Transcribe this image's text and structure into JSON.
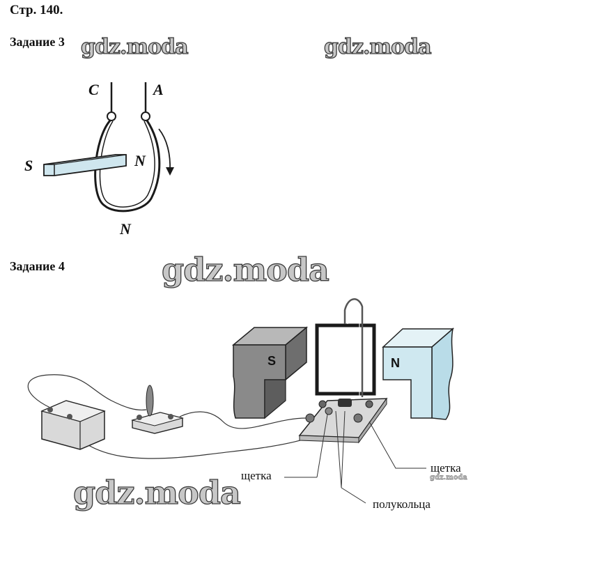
{
  "header": {
    "page_title": "Стр. 140."
  },
  "task3": {
    "title": "Задание 3",
    "labels": {
      "c": "C",
      "a": "A",
      "s": "S",
      "n_right": "N",
      "n_bottom": "N"
    }
  },
  "task4": {
    "title": "Задание 4",
    "magnet_s": "S",
    "magnet_n": "N",
    "label_brush_left": "щетка",
    "label_brush_right": "щетка",
    "label_half_rings": "полукольца"
  },
  "watermarks": [
    "gdz.moda",
    "gdz.moda",
    "gdz.moda",
    "gdz.moda",
    "gdz.moda"
  ],
  "colors": {
    "magnet_s": "#8a8a8a",
    "magnet_n": "#cfe8f0",
    "rod": "#cfe6ee",
    "ink": "#1a1a1a"
  }
}
